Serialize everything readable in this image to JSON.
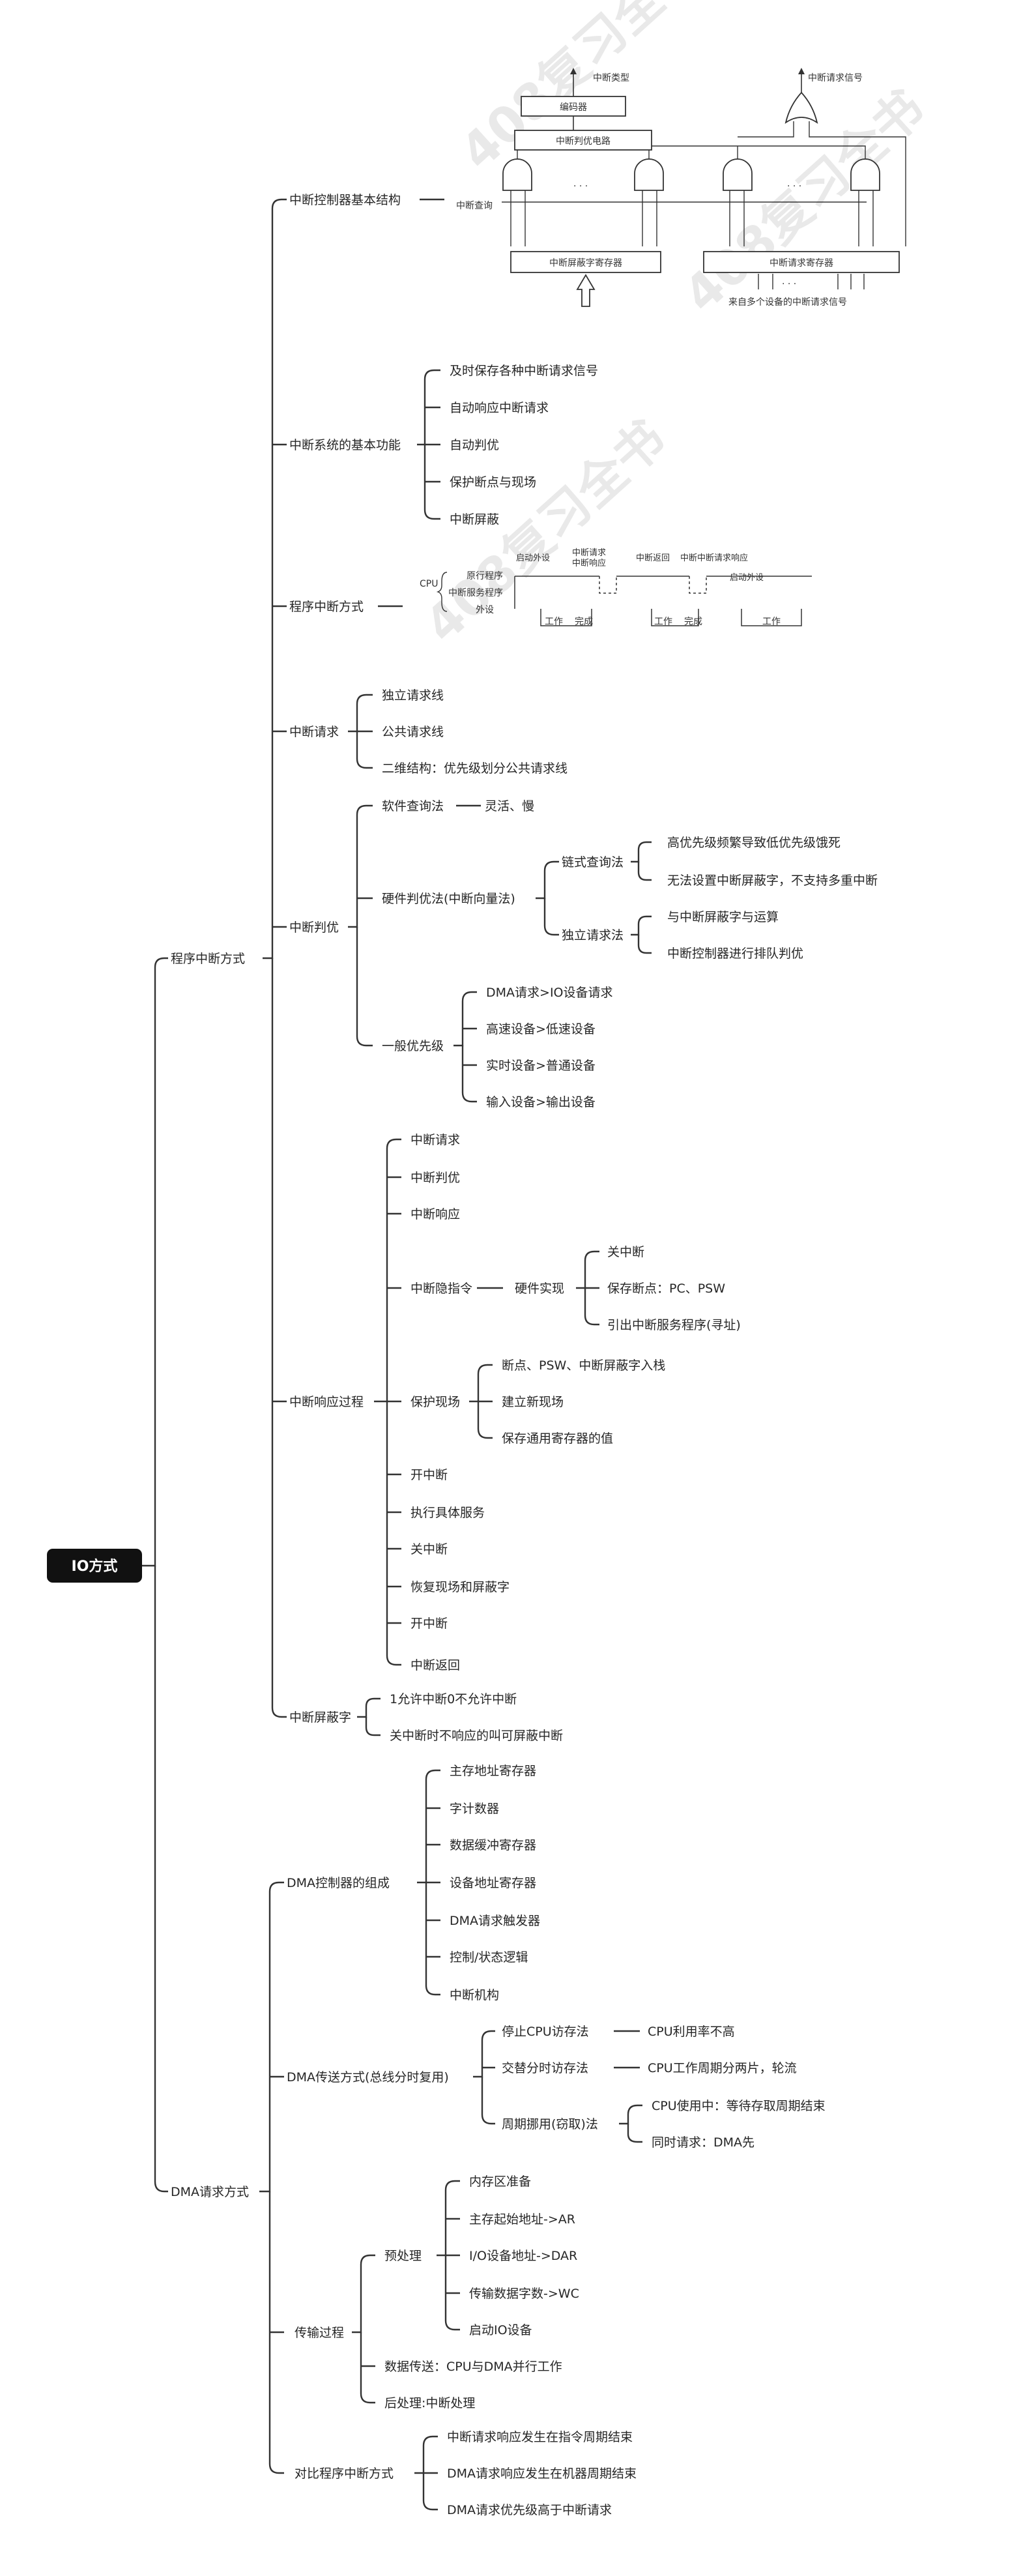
{
  "root": "IO方式",
  "nodes": {
    "prog": "程序中断方式",
    "dma_req": "DMA请求方式",
    "p1": "中断控制器基本结构",
    "p2": "中断系统的基本功能",
    "p2_1": "及时保存各种中断请求信号",
    "p2_2": "自动响应中断请求",
    "p2_3": "自动判优",
    "p2_4": "保护断点与现场",
    "p2_5": "中断屏蔽",
    "p3": "程序中断方式",
    "p4": "中断请求",
    "p4_1": "独立请求线",
    "p4_2": "公共请求线",
    "p4_3": "二维结构：优先级划分公共请求线",
    "p5": "中断判优",
    "p5_1": "软件查询法",
    "p5_1a": "灵活、慢",
    "p5_2": "硬件判优法(中断向量法)",
    "p5_2a": "链式查询法",
    "p5_2a1": "高优先级频繁导致低优先级饿死",
    "p5_2a2": "无法设置中断屏蔽字，不支持多重中断",
    "p5_2b": "独立请求法",
    "p5_2b1": "与中断屏蔽字与运算",
    "p5_2b2": "中断控制器进行排队判优",
    "p5_3": "一般优先级",
    "p5_3a": "DMA请求>IO设备请求",
    "p5_3b": "高速设备>低速设备",
    "p5_3c": "实时设备>普通设备",
    "p5_3d": "输入设备>输出设备",
    "p6": "中断响应过程",
    "p6_1": "中断请求",
    "p6_2": "中断判优",
    "p6_3": "中断响应",
    "p6_4": "中断隐指令",
    "p6_4a": "硬件实现",
    "p6_4a1": "关中断",
    "p6_4a2": "保存断点：PC、PSW",
    "p6_4a3": "引出中断服务程序(寻址)",
    "p6_5": "保护现场",
    "p6_5a": "断点、PSW、中断屏蔽字入栈",
    "p6_5b": "建立新现场",
    "p6_5c": "保存通用寄存器的值",
    "p6_6": "开中断",
    "p6_7": "执行具体服务",
    "p6_8": "关中断",
    "p6_9": "恢复现场和屏蔽字",
    "p6_10": "开中断",
    "p6_11": "中断返回",
    "p7": "中断屏蔽字",
    "p7_1": "1允许中断0不允许中断",
    "p7_2": "关中断时不响应的叫可屏蔽中断",
    "d1": "DMA控制器的组成",
    "d1_1": "主存地址寄存器",
    "d1_2": "字计数器",
    "d1_3": "数据缓冲寄存器",
    "d1_4": "设备地址寄存器",
    "d1_5": "DMA请求触发器",
    "d1_6": "控制/状态逻辑",
    "d1_7": "中断机构",
    "d2": "DMA传送方式(总线分时复用)",
    "d2_1": "停止CPU访存法",
    "d2_1a": "CPU利用率不高",
    "d2_2": "交替分时访存法",
    "d2_2a": "CPU工作周期分两片，轮流",
    "d2_3": "周期挪用(窃取)法",
    "d2_3a": "CPU使用中：等待存取周期结束",
    "d2_3b": "同时请求：DMA先",
    "d3": "传输过程",
    "d3_1": "预处理",
    "d3_1a": "内存区准备",
    "d3_1b": "主存起始地址->AR",
    "d3_1c": "I/O设备地址->DAR",
    "d3_1d": "传输数据字数->WC",
    "d3_1e": "启动IO设备",
    "d3_2": "数据传送：CPU与DMA并行工作",
    "d3_3": "后处理:中断处理",
    "d4": "对比程序中断方式",
    "d4_1": "中断请求响应发生在指令周期结束",
    "d4_2": "DMA请求响应发生在机器周期结束",
    "d4_3": "DMA请求优先级高于中断请求"
  },
  "structure_figure": {
    "type_out": "中断类型",
    "encoder": "编码器",
    "priority": "中断判优电路",
    "query": "中断查询",
    "mask_reg": "中断屏蔽字寄存器",
    "req_reg": "中断请求寄存器",
    "req_signal": "中断请求信号",
    "from_devices": "来自多个设备的中断请求信号",
    "dots": "· · ·"
  },
  "timing_figure": {
    "cpu": "CPU",
    "main_prog": "原行程序",
    "isr": "中断服务程序",
    "device": "外设",
    "start_dev": "启动外设",
    "int_req": "中断请求",
    "int_resp": "中断响应",
    "int_return": "中断返回",
    "int_req_resp": "中断中断请求响应",
    "work": "工作",
    "done": "完成"
  },
  "watermark": [
    "408复习全书",
    "408复习全书",
    "408复习全书"
  ],
  "colors": {
    "root_bg": "#111111",
    "root_fg": "#ffffff",
    "line": "#333333"
  }
}
